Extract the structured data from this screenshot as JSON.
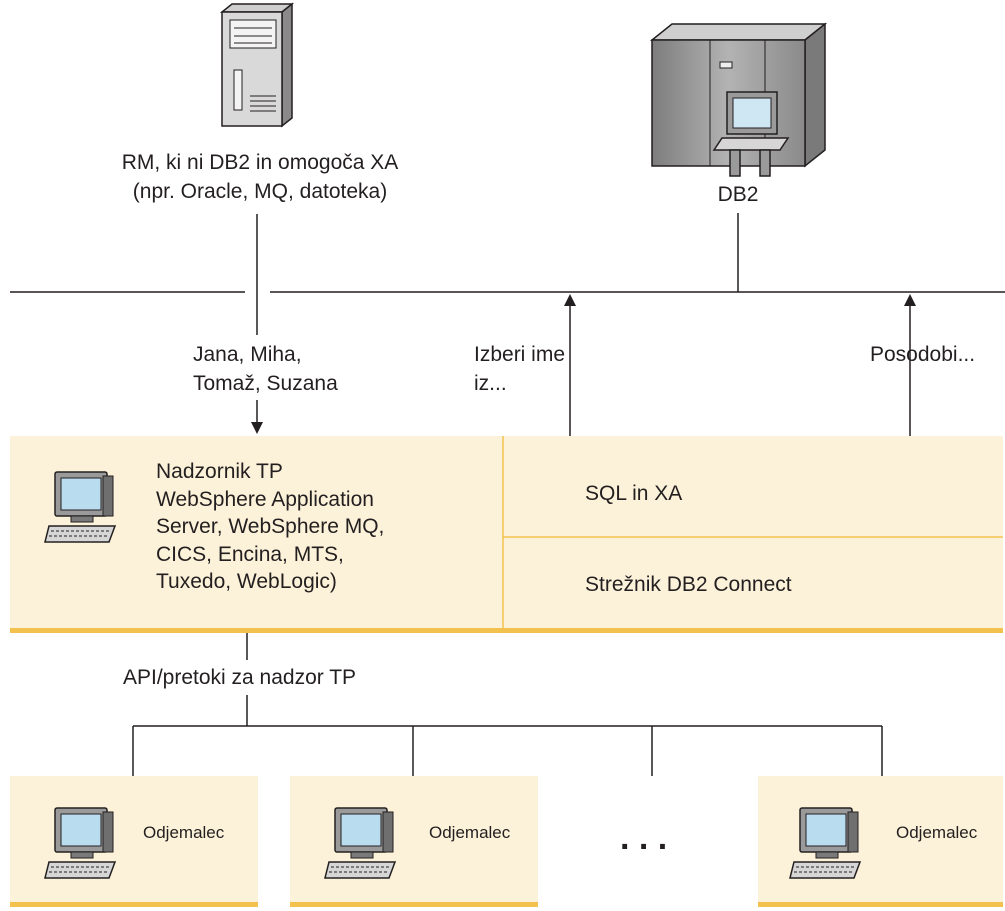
{
  "nodes": {
    "rm": {
      "label_line1": "RM, ki ni DB2 in omogoča XA",
      "label_line2": "(npr. Oracle, MQ, datoteka)",
      "icon": "server-tower-icon"
    },
    "db2": {
      "label": "DB2",
      "icon": "mainframe-icon"
    }
  },
  "flows": {
    "names": {
      "line1": "Jana, Miha,",
      "line2": "Tomaž, Suzana"
    },
    "select": {
      "line1": "Izberi ime",
      "line2": "iz..."
    },
    "update": {
      "label": "Posodobi..."
    }
  },
  "tp_monitor": {
    "lines": [
      "Nadzornik TP",
      "WebSphere Application",
      "Server, WebSphere MQ,",
      "CICS, Encina, MTS,",
      "Tuxedo, WebLogic)"
    ],
    "icon": "computer-icon"
  },
  "connect": {
    "top": "SQL in XA",
    "bottom": "Strežnik DB2 Connect"
  },
  "api_label": "API/pretoki za nadzor TP",
  "clients": [
    {
      "label": "Odjemalec"
    },
    {
      "label": "Odjemalec"
    },
    {
      "label": "Odjemalec"
    }
  ],
  "ellipsis": ". . .",
  "colors": {
    "panel_fill": "#fcf2d9",
    "panel_border": "#f2c14e",
    "line": "#231f20"
  }
}
